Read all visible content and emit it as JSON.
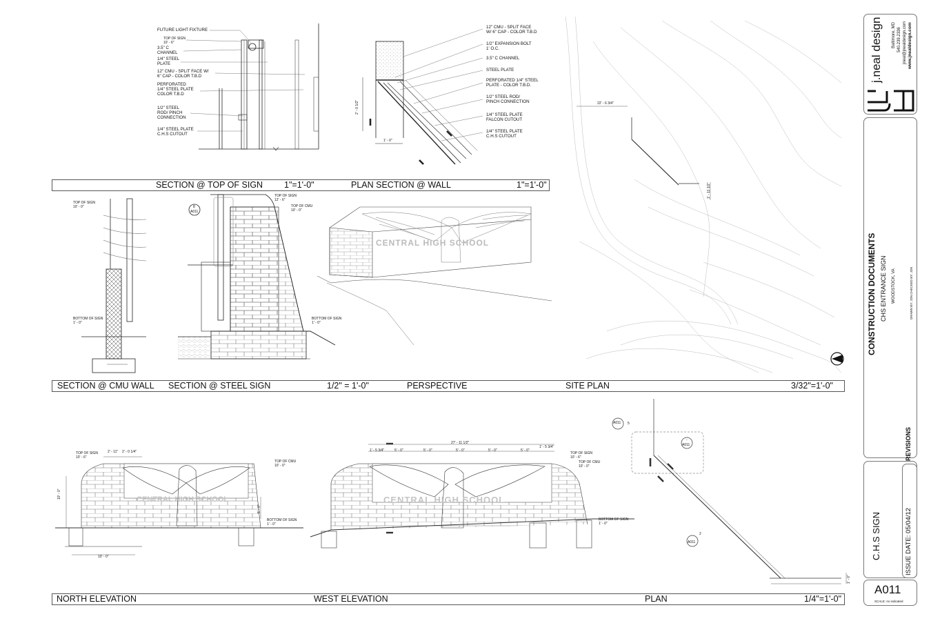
{
  "firm": {
    "name": "j.neal design",
    "city": "Baltimore, MD",
    "phone": "540.239.2336",
    "email": "jneal@jnealdesign.com",
    "website": "www.jnealdesign.com"
  },
  "title_block": {
    "doc_type": "CONSTRUCTION DOCUMENTS",
    "project": "CHS ENTRANCE SIGN",
    "location": "WOODSTOCK, VA",
    "drawn_by": "DRAWN BY:  JDN",
    "checked_by": "CHECKED BY:  JDN",
    "revisions": "REVISIONS",
    "sheet_title": "C.H.S SIGN",
    "issue_date": "ISSUE DATE: 05/04/12",
    "sheet_number": "A011",
    "scale": "SCALE:  As indicated"
  },
  "view_titles": {
    "row1": {
      "section_top_sign": "SECTION @ TOP OF SIGN",
      "scale_a": "1\"=1'-0\"",
      "plan_section_wall": "PLAN SECTION @ WALL",
      "scale_b": "1\"=1'-0\""
    },
    "row2": {
      "section_cmu": "SECTION @ CMU WALL",
      "section_steel": "SECTION @ STEEL SIGN",
      "scale_a": "1/2\" = 1'-0\"",
      "perspective": "PERSPECTIVE",
      "site_plan": "SITE PLAN",
      "scale_b": "3/32\"=1'-0\""
    },
    "row3": {
      "north": "NORTH ELEVATION",
      "west": "WEST ELEVATION",
      "plan": "PLAN",
      "scale": "1/4\"=1'-0\""
    }
  },
  "notes_top_sign": {
    "n1": "FUTURE LIGHT FIXTURE",
    "n2": "TOP OF SIGN",
    "n2b": "10' - 6\"",
    "n3": "3.5\" C",
    "n3b": "CHANNEL",
    "n4": "1/4\" STEEL",
    "n4b": "PLATE",
    "n5": "12\" CMU - SPLIT FACE W/",
    "n5b": "6\" CAP - COLOR T.B.D",
    "n6": "PERFORATED",
    "n6b": "1/4\" STEEL PLATE",
    "n6c": "COLOR T.B.D",
    "n7": "1/2\" STEEL",
    "n7b": "ROD/ PINCH",
    "n7c": "CONNECTION",
    "n8": "1/4\" STEEL PLATE",
    "n8b": "C.H.S CUTOUT"
  },
  "notes_plan_wall": {
    "n1": "12\" CMU - SPLIT FACE",
    "n1b": "W/ 6\" CAP - COLOR T.B.D",
    "n2": "1/2\" EXPANSION BOLT",
    "n2b": "1' O.C.",
    "n3": "3.5\" C CHANNEL",
    "n4": "STEEL PLATE",
    "n5": "PERFORATED 1/4\" STEEL",
    "n5b": "PLATE - COLOR T.B.D.",
    "n6": "1/2\" STEEL ROD/",
    "n6b": "PINCH CONNECTION",
    "n7": "1/4\" STEEL PLATE",
    "n7b": "FALCON CUTOUT",
    "n8": "1/4\" STEEL PLATE",
    "n8b": "C.H.S CUTOUT",
    "dim1": "2' - 0 1/2\"",
    "dim2": "1' - 0\""
  },
  "section_notes": {
    "cmu_top": "TOP OF SIGN",
    "cmu_top_v": "10' - 0\"",
    "cmu_bot": "BOTTOM OF SIGN",
    "cmu_bot_v": "1' - 0\"",
    "steel_ref": "8",
    "steel_sheet": "A011",
    "steel_top": "TOP OF SIGN",
    "steel_top_v": "12' - 6\"",
    "steel_cmu": "TOP OF CMU",
    "steel_cmu_v": "10' - 0\"",
    "steel_bot": "BOTTOM OF SIGN",
    "steel_bot_v": "1' - 0\""
  },
  "sign_text": "CENTRAL HIGH SCHOOL",
  "site_plan": {
    "dim1": "22' - 6 3/4\"",
    "dim2": "1' - 11 1/2\""
  },
  "north_elev": {
    "top_sign": "TOP OF SIGN",
    "top_sign_v": "10' - 6\"",
    "top_cmu": "TOP OF CMU",
    "top_cmu_v": "10' - 0\"",
    "bot_sign": "BOTTOM OF SIGN",
    "bot_sign_v": "1' - 0\"",
    "d1": "2' - 11\"",
    "d2": "2' - 0 1/4\"",
    "d3": "10' - 0\"",
    "d4": "5' - 0\"",
    "d5": "10' - 0\""
  },
  "west_elev": {
    "overall": "27' - 11 1/2\"",
    "d1": "1' - 5 3/4\"",
    "d2": "5' - 0\"",
    "d3": "5' - 0\"",
    "d4": "5' - 0\"",
    "d5": "5' - 0\"",
    "d6": "5' - 0\"",
    "d7": "1' - 5 3/4\"",
    "top_sign": "TOP OF SIGN",
    "top_sign_v": "10' - 6\"",
    "top_cmu": "TOP OF CMU",
    "top_cmu_v": "10' - 0\"",
    "bot_sign": "BOTTOM OF SIGN",
    "bot_sign_v": "1' - 0\""
  },
  "plan": {
    "ref1_sheet": "A011",
    "ref1_num": "5",
    "ref2_sheet": "A011",
    "ref2_num": "-",
    "ref3_sheet": "A011",
    "ref3_num": "2",
    "dim": "1' - 0\""
  }
}
